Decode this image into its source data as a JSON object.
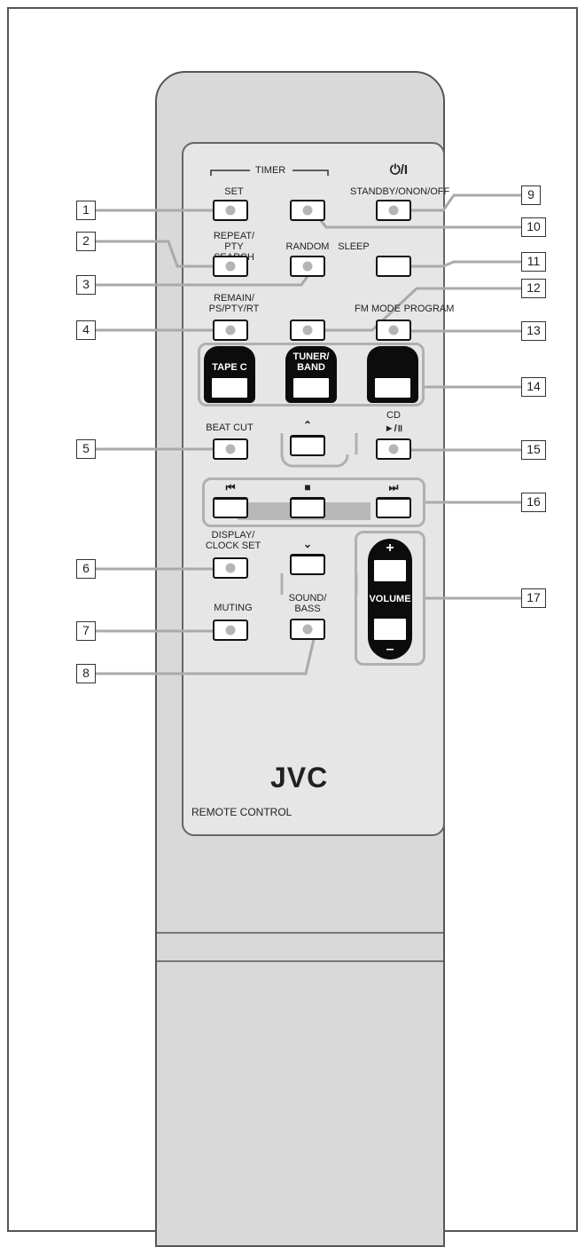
{
  "remote": {
    "timer_label": "TIMER",
    "labels": {
      "set": "SET",
      "power_symbol": "⏻/I",
      "standby": "STANDBY/ONON/OFF",
      "repeat": "REPEAT/\nPTY SEARCH",
      "random": "RANDOM",
      "sleep": "SLEEP",
      "remain": "REMAIN/\nPS/PTY/RT",
      "fm_mode": "FM MODE",
      "program": "PROGRAM",
      "tape": "TAPE C",
      "tuner": "TUNER/\nBAND",
      "beat_cut": "BEAT CUT",
      "cd": "CD",
      "play_pause": "►/॥",
      "up": "⌃",
      "prev": "⏮",
      "stop": "■",
      "next": "⏭",
      "down": "⌄",
      "display": "DISPLAY/\nCLOCK SET",
      "muting": "MUTING",
      "sound": "SOUND/\nBASS",
      "vol_plus": "+",
      "volume": "VOLUME",
      "vol_minus": "–"
    },
    "brand": "JVC",
    "caption": "REMOTE CONTROL"
  },
  "callouts": [
    "1",
    "2",
    "3",
    "4",
    "5",
    "6",
    "7",
    "8",
    "9",
    "10",
    "11",
    "12",
    "13",
    "14",
    "15",
    "16",
    "17"
  ]
}
